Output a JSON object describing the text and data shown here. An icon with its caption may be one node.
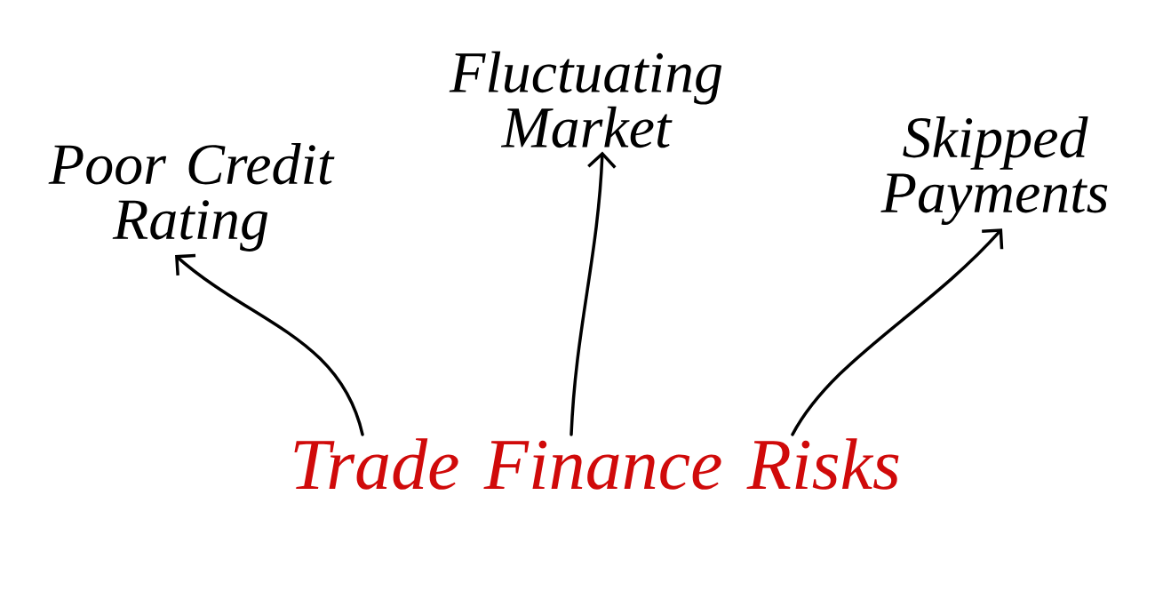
{
  "diagram": {
    "nodes": [
      {
        "text": [
          "Poor Credit Rating"
        ]
      },
      {
        "text": [
          "Fluctuating Market"
        ]
      },
      {
        "text": [
          "Skipped Payments"
        ]
      },
      {
        "text": [
          "Trade Finance Risks"
        ]
      }
    ],
    "edges": [
      {
        "from": 3,
        "to": 0,
        "arrow": "to"
      },
      {
        "from": 3,
        "to": 1,
        "arrow": "to"
      },
      {
        "from": 3,
        "to": 2,
        "arrow": "to"
      }
    ]
  }
}
